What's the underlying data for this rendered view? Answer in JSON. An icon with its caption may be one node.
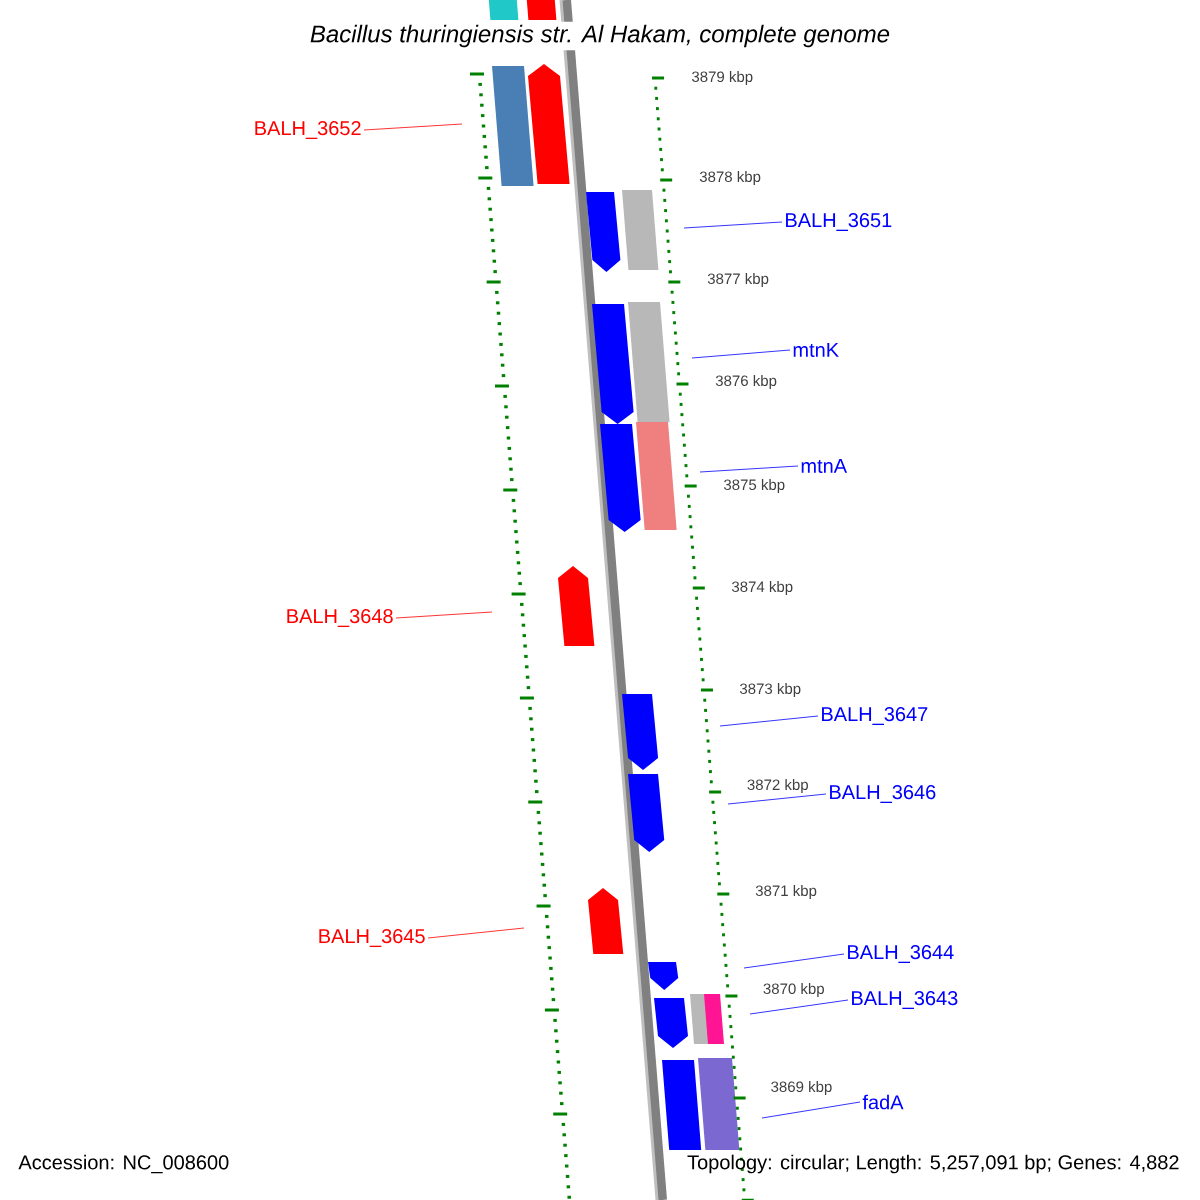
{
  "diagram": {
    "title": "Bacillus thuringiensis str. Al Hakam, complete genome",
    "nodes": [
      {
        "text": [
          "BALH_3652"
        ]
      },
      {
        "text": [
          "BALH_3651"
        ]
      },
      {
        "text": [
          "mtnK"
        ]
      },
      {
        "text": [
          "mtnA"
        ]
      },
      {
        "text": [
          "BALH_3648"
        ]
      },
      {
        "text": [
          "BALH_3647"
        ]
      },
      {
        "text": [
          "BALH_3646"
        ]
      },
      {
        "text": [
          "BALH_3645"
        ]
      },
      {
        "text": [
          "BALH_3644"
        ]
      },
      {
        "text": [
          "BALH_3643"
        ]
      },
      {
        "text": [
          "fadA"
        ]
      }
    ],
    "edges": [
      {
        "from": 0,
        "to": null,
        "arrow": "none",
        "color": "#ff0000"
      },
      {
        "from": 1,
        "to": null,
        "arrow": "none"
      },
      {
        "from": 2,
        "to": null,
        "arrow": "none"
      },
      {
        "from": 3,
        "to": null,
        "arrow": "none"
      },
      {
        "from": 4,
        "to": null,
        "arrow": "none",
        "color": "#ff0000"
      },
      {
        "from": 5,
        "to": null,
        "arrow": "none"
      },
      {
        "from": 6,
        "to": null,
        "arrow": "none"
      },
      {
        "from": 7,
        "to": null,
        "arrow": "none",
        "color": "#ff0000"
      },
      {
        "from": 8,
        "to": null,
        "arrow": "none"
      },
      {
        "from": 9,
        "to": null,
        "arrow": "none"
      },
      {
        "from": 10,
        "to": null,
        "arrow": "none"
      }
    ],
    "labels": [
      "3879 kbp",
      "3878 kbp",
      "3877 kbp",
      "3876 kbp",
      "3875 kbp",
      "3874 kbp",
      "3873 kbp",
      "3872 kbp",
      "3871 kbp",
      "3870 kbp",
      "3869 kbp",
      "Accession: NC_008600",
      "Topology: circular; Length: 5,257,091 bp; Genes: 4,882"
    ]
  }
}
